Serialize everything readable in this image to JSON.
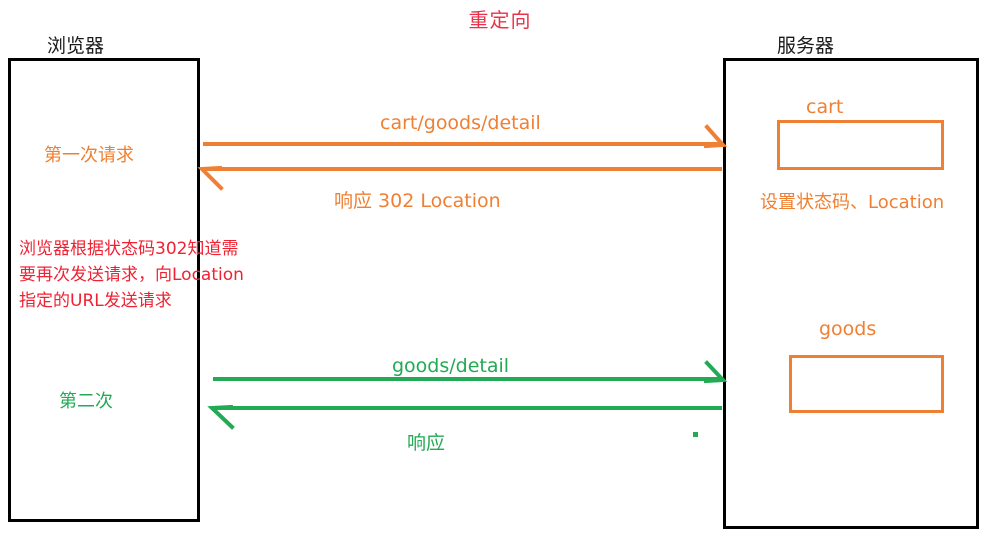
{
  "title": "重定向",
  "colors": {
    "title": "#e8334a",
    "request_orange": "#ef8033",
    "request_green": "#22aa55",
    "note_red": "#ef2233",
    "lifeline_black": "#000000"
  },
  "columns": {
    "browser": {
      "caption": "浏览器"
    },
    "server": {
      "caption": "服务器"
    }
  },
  "browser_notes": {
    "first_request": "第一次请求",
    "second_request": "第二次",
    "redirect_explain": "浏览器根据状态码302知道需要再次发送请求，向Location指定的URL发送请求"
  },
  "server_resources": {
    "cart_label": "cart",
    "goods_label": "goods",
    "note": "设置状态码、Location"
  },
  "messages": [
    {
      "id": "request-1",
      "label": "cart/goods/detail",
      "direction": "browser-to-server",
      "color": "#ef8033"
    },
    {
      "id": "response-1",
      "label": "响应    302 Location",
      "direction": "server-to-browser",
      "color": "#ef8033"
    },
    {
      "id": "request-2",
      "label": "goods/detail",
      "direction": "browser-to-server",
      "color": "#22aa55"
    },
    {
      "id": "response-2",
      "label": "响应",
      "direction": "server-to-browser",
      "color": "#22aa55"
    }
  ]
}
